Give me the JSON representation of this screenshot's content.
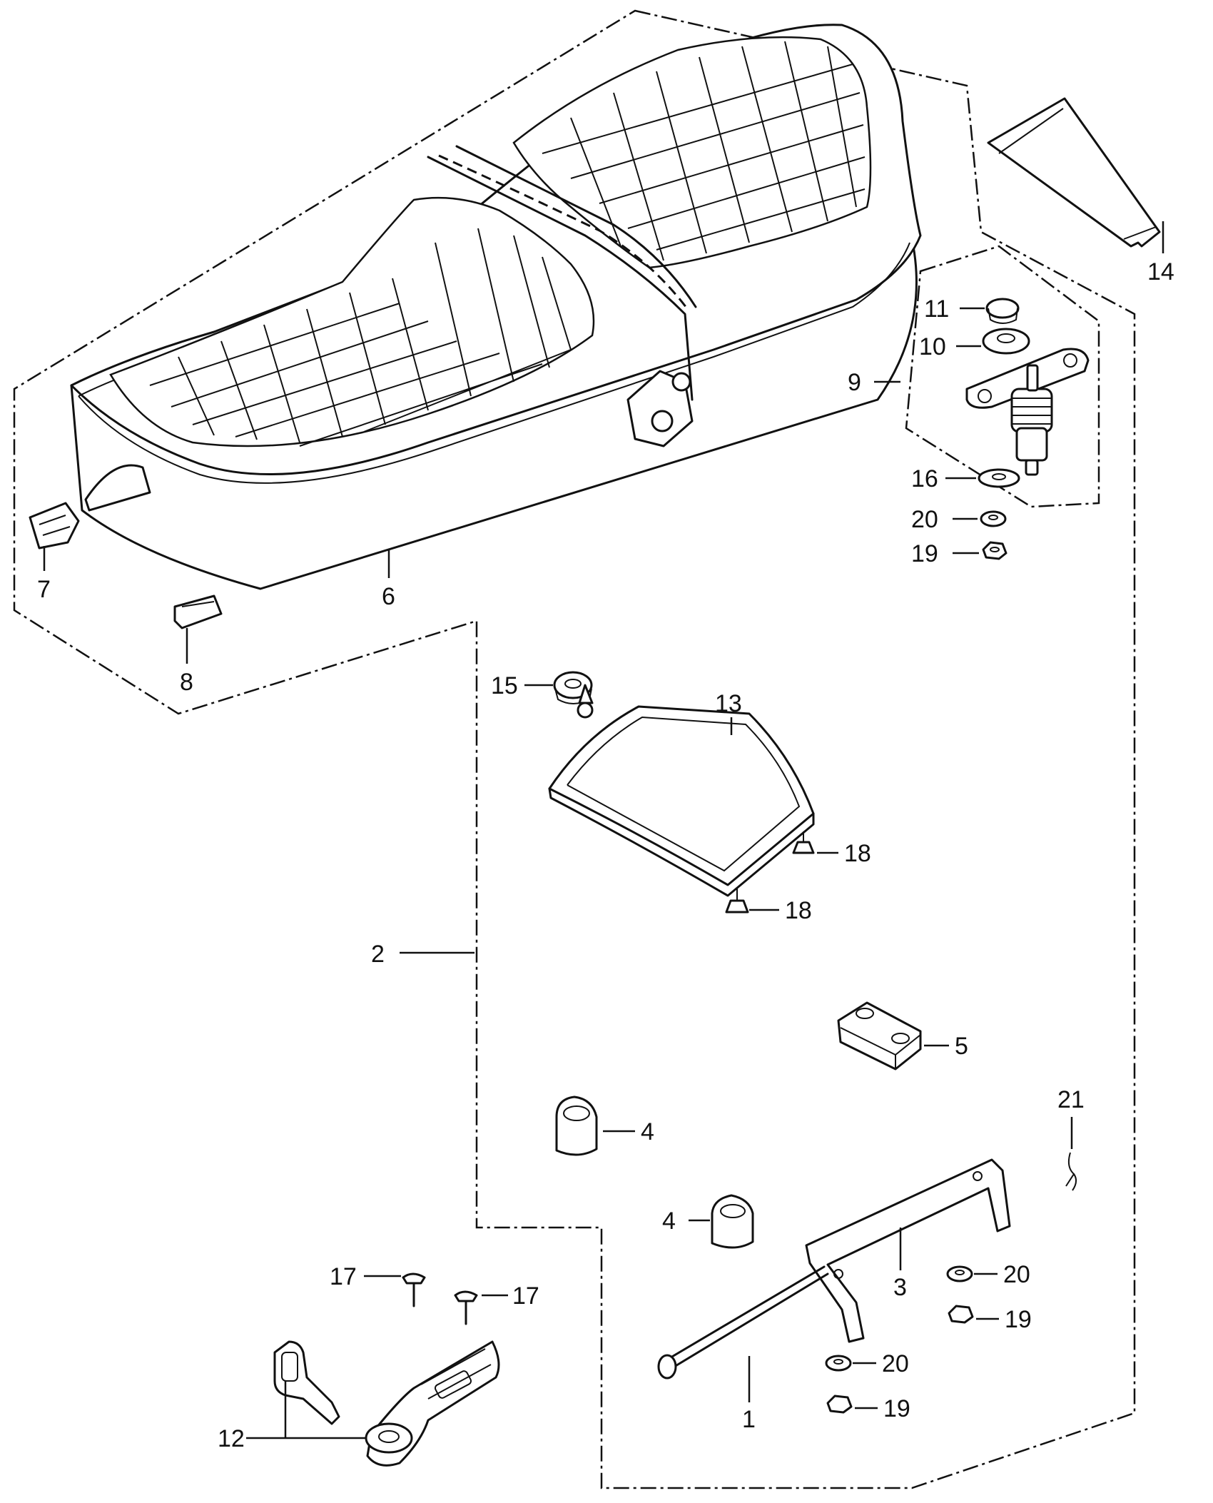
{
  "callouts": {
    "c1": "1",
    "c2": "2",
    "c3": "3",
    "c4a": "4",
    "c4b": "4",
    "c5": "5",
    "c6": "6",
    "c7": "7",
    "c8": "8",
    "c9": "9",
    "c10": "10",
    "c11": "11",
    "c12": "12",
    "c13": "13",
    "c14": "14",
    "c15": "15",
    "c16": "16",
    "c17a": "17",
    "c17b": "17",
    "c18a": "18",
    "c18b": "18",
    "c19a": "19",
    "c19b": "19",
    "c19c": "19",
    "c20a": "20",
    "c20b": "20",
    "c20c": "20",
    "c21": "21"
  },
  "colors": {
    "ink": "#111111",
    "paper": "#ffffff"
  }
}
